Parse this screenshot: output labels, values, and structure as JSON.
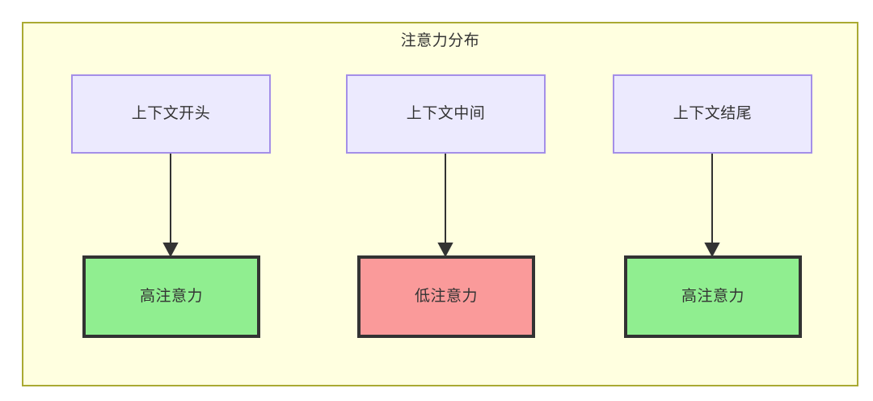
{
  "diagram": {
    "title": "注意力分布",
    "background_color": "#ffffff",
    "container": {
      "fill": "#ffffe0",
      "stroke": "#aaaa33"
    },
    "source_nodes": [
      {
        "id": "context-start",
        "label": "上下文开头",
        "fill": "#eceafe",
        "stroke": "#a48fe8"
      },
      {
        "id": "context-middle",
        "label": "上下文中间",
        "fill": "#eceafe",
        "stroke": "#a48fe8"
      },
      {
        "id": "context-end",
        "label": "上下文结尾",
        "fill": "#eceafe",
        "stroke": "#a48fe8"
      }
    ],
    "target_nodes": [
      {
        "id": "attention-high-start",
        "label": "高注意力",
        "fill": "#90ee90",
        "stroke": "#333333"
      },
      {
        "id": "attention-low-middle",
        "label": "低注意力",
        "fill": "#fa9a9a",
        "stroke": "#333333"
      },
      {
        "id": "attention-high-end",
        "label": "高注意力",
        "fill": "#90ee90",
        "stroke": "#333333"
      }
    ],
    "edges": [
      {
        "from": "context-start",
        "to": "attention-high-start",
        "label": "",
        "arrow": "down"
      },
      {
        "from": "context-middle",
        "to": "attention-low-middle",
        "label": "",
        "arrow": "down"
      },
      {
        "from": "context-end",
        "to": "attention-high-end",
        "label": "",
        "arrow": "down"
      }
    ]
  }
}
